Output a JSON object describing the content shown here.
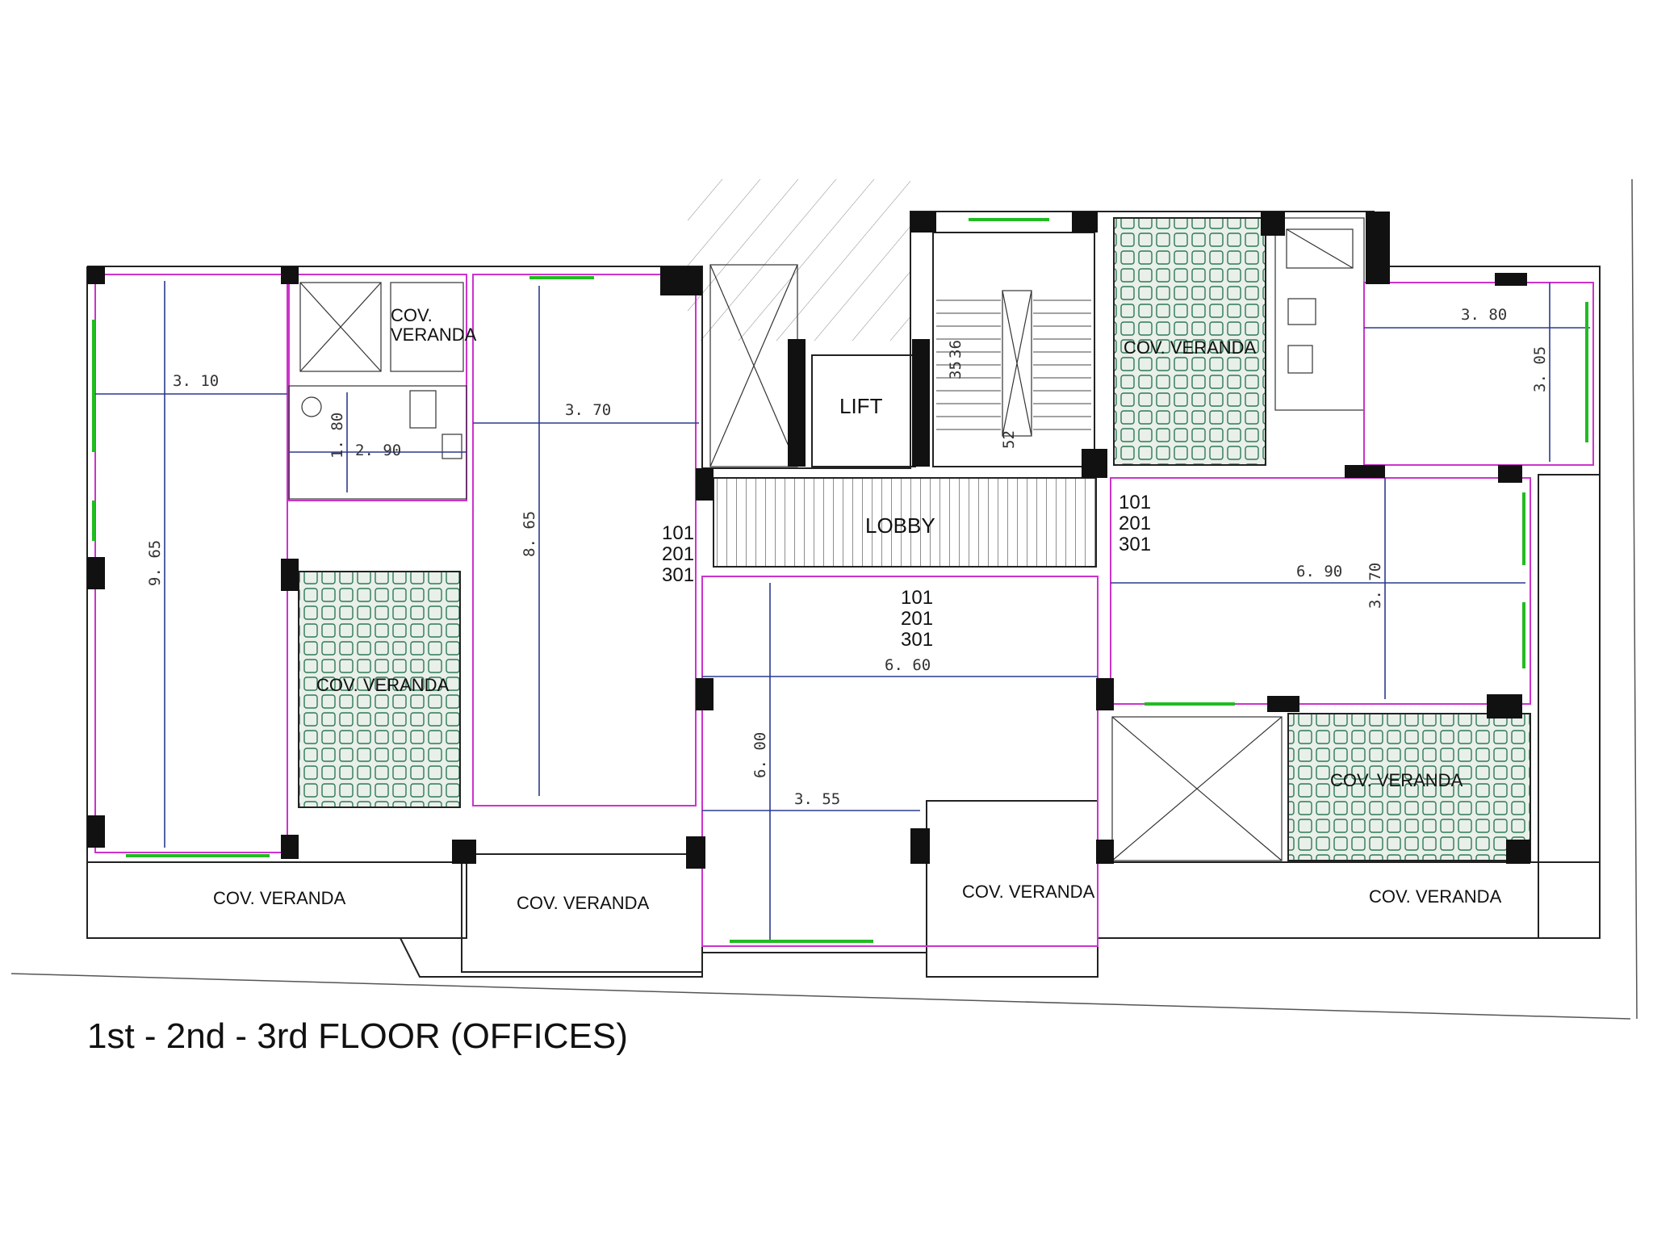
{
  "title": "1st - 2nd - 3rd FLOOR (OFFICES)",
  "labels": {
    "lift": "LIFT",
    "lobby": "LOBBY",
    "cov_veranda_small_line1": "COV.",
    "cov_veranda_small_line2": "VERANDA",
    "cov_veranda": "COV. VERANDA"
  },
  "unit_numbers": {
    "left_line1": "101",
    "left_line2": "201",
    "left_line3": "301",
    "right_line1": "101",
    "right_line2": "201",
    "right_line3": "301",
    "bottom_line1": "101",
    "bottom_line2": "201",
    "bottom_line3": "301"
  },
  "dimensions": {
    "office_a_width": "3. 10",
    "office_a_depth": "9. 65",
    "wc_width": "2. 90",
    "wc_depth": "1. 80",
    "office_b_width": "3. 70",
    "office_b_depth": "8. 65",
    "office_c_width": "6. 60",
    "office_c_depth": "6. 00",
    "office_c_recess": "3. 55",
    "office_d_width": "6. 90",
    "office_d_depth": "3. 70",
    "office_e_width": "3. 80",
    "office_e_depth": "3. 05",
    "stair_a": "35",
    "stair_b": "36",
    "stair_c": "52"
  },
  "colors": {
    "walls": "#111111",
    "partitions": "#cc33cc",
    "dimension_lines": "#2b3a8c",
    "windows": "#22bb22",
    "veranda_tiles": "#2d7a55",
    "veranda_fill": "#ebebeb"
  }
}
